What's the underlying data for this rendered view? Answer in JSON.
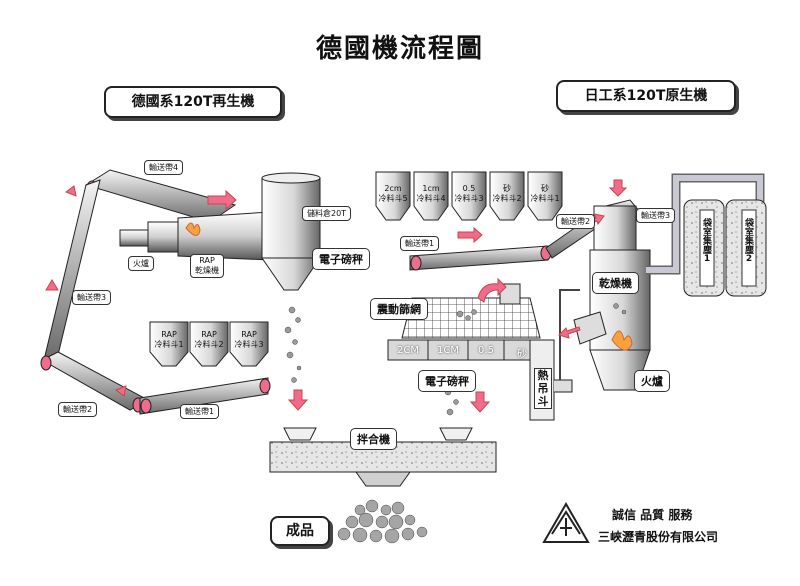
{
  "title": "德國機流程圖",
  "left_heading": "德國系120T再生機",
  "right_heading": "日工系120T原生機",
  "left": {
    "conveyor4": "輸送帶4",
    "conveyor3": "輸送帶3",
    "conveyor2": "輸送帶2",
    "conveyor1": "輸送帶1",
    "burner": "火爐",
    "rap_dryer": [
      "RAP",
      "乾燥機"
    ],
    "storage": "儲料倉20T",
    "scale": "電子磅秤",
    "hoppers": [
      {
        "line1": "RAP",
        "line2": "冷料斗1"
      },
      {
        "line1": "RAP",
        "line2": "冷料斗2"
      },
      {
        "line1": "RAP",
        "line2": "冷料斗3"
      }
    ]
  },
  "right": {
    "hoppers": [
      {
        "line1": "2cm",
        "line2": "冷料斗5"
      },
      {
        "line1": "1cm",
        "line2": "冷料斗4"
      },
      {
        "line1": "0.5",
        "line2": "冷料斗3"
      },
      {
        "line1": "砂",
        "line2": "冷料斗2"
      },
      {
        "line1": "砂",
        "line2": "冷料斗1"
      }
    ],
    "conveyor1": "輸送帶1",
    "conveyor2": "輸送帶2",
    "conveyor3": "輸送帶3",
    "dryer": "乾燥機",
    "dust1": [
      "袋室集塵",
      "1"
    ],
    "dust2": [
      "袋室集塵",
      "2"
    ],
    "screen": "震動篩網",
    "bins": [
      "2CM",
      "1CM",
      "0.5",
      "砂"
    ],
    "scale": "電子磅秤",
    "hot_bucket": "熱吊斗",
    "burner": "火爐"
  },
  "mixer": "拌合機",
  "product": "成品",
  "company": {
    "slogan": "誠信  品質  服務",
    "name": "三峽瀝青股份有限公司"
  }
}
